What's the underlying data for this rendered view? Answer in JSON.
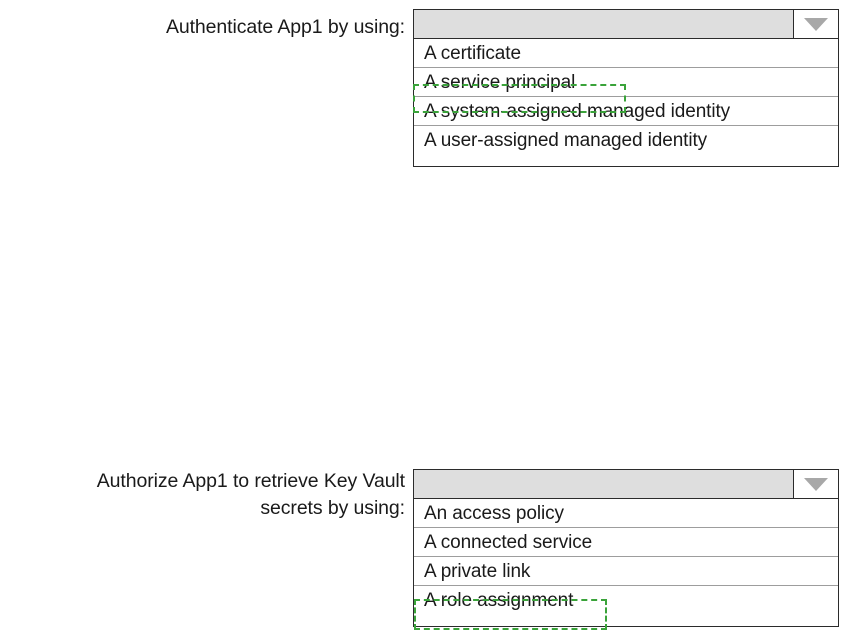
{
  "page": {
    "background_color": "#ffffff",
    "accent_highlight_color": "#3aa33a",
    "header_fill_color": "#dedede",
    "border_color": "#2b2b2b"
  },
  "questions": [
    {
      "id": "authenticate-app1",
      "label": "Authenticate App1 by using:",
      "dropdown": {
        "selected_value": "",
        "placeholder": "",
        "arrow_icon": "chevron-down-icon",
        "options": [
          "A certificate",
          "A service principal",
          "A system-assigned managed identity",
          "A user-assigned managed identity"
        ],
        "highlighted_option": "A service principal",
        "highlighted_index": 1
      }
    },
    {
      "id": "authorize-app1-keyvault",
      "label": "Authorize App1 to retrieve Key Vault\nsecrets by using:",
      "dropdown": {
        "selected_value": "",
        "placeholder": "",
        "arrow_icon": "chevron-down-icon",
        "options": [
          "An access policy",
          "A connected service",
          "A private link",
          "A role assignment"
        ],
        "highlighted_option": "A role assignment",
        "highlighted_index": 3
      }
    }
  ]
}
